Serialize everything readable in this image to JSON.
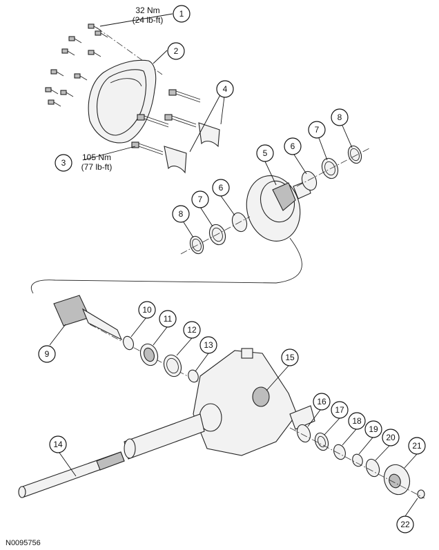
{
  "diagram": {
    "reference_id": "N0095756",
    "callouts": [
      "1",
      "2",
      "3",
      "4",
      "5",
      "6",
      "7",
      "8",
      "6",
      "7",
      "8",
      "9",
      "10",
      "11",
      "12",
      "13",
      "14",
      "15",
      "16",
      "17",
      "18",
      "19",
      "20",
      "21",
      "22"
    ],
    "torque_specs": {
      "item_1": {
        "metric": "32 Nm",
        "imperial": "(24 lb-ft)"
      },
      "item_3": {
        "metric": "105 Nm",
        "imperial": "(77 lb-ft)"
      }
    }
  }
}
